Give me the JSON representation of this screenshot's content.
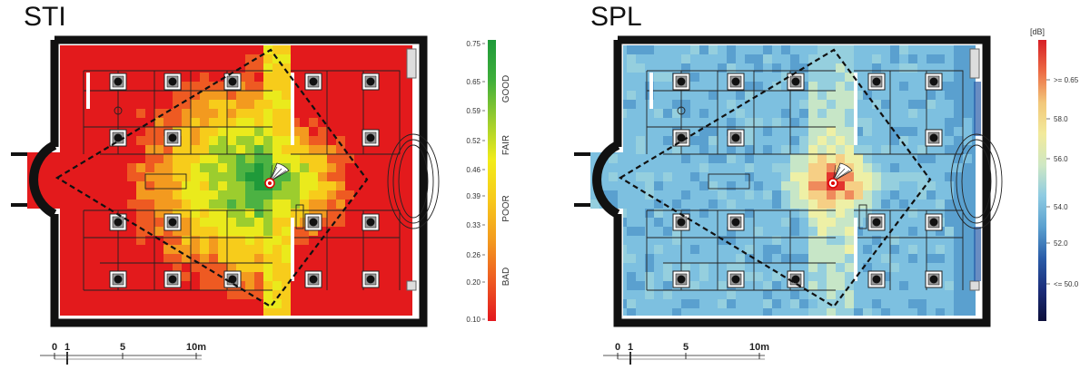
{
  "sti": {
    "title": "STI",
    "colorbar": {
      "ticks": [
        "0.75",
        "0.65",
        "0.59",
        "0.52",
        "0.46",
        "0.39",
        "0.33",
        "0.26",
        "0.20",
        "0.10"
      ],
      "bands": [
        "GOOD",
        "FAIR",
        "POOR",
        "BAD"
      ],
      "gradient": [
        "#1f9a3a",
        "#3fae3a",
        "#9ccd2e",
        "#f2ec1a",
        "#f7c81b",
        "#f39a1f",
        "#ee5a22",
        "#e3181e"
      ]
    },
    "palette": [
      "#e31a1c",
      "#ee5a22",
      "#f39a1f",
      "#f7cc1b",
      "#eaea1c",
      "#9ccd2e",
      "#4cb243",
      "#1f9a3a"
    ]
  },
  "spl": {
    "title": "SPL",
    "colorbar": {
      "unit": "[dB]",
      "ticks": [
        ">= 0.65",
        "58.0",
        "56.0",
        "54.0",
        "52.0",
        "<= 50.0"
      ],
      "gradient": [
        "#d71f26",
        "#ec6a44",
        "#f2c77a",
        "#f2ea9b",
        "#cfe8c3",
        "#8ecbe2",
        "#5aa0cf",
        "#2a5ca8",
        "#1b2d7a",
        "#0c0f3a"
      ]
    },
    "palette": [
      "#5aa0cf",
      "#7dc0e0",
      "#95cfde",
      "#c7e6c7",
      "#eef0a6",
      "#f6cf85",
      "#ef8a5c",
      "#e3342f"
    ]
  },
  "scalebar": {
    "ticks": [
      "0",
      "1",
      "5",
      "10m"
    ]
  }
}
